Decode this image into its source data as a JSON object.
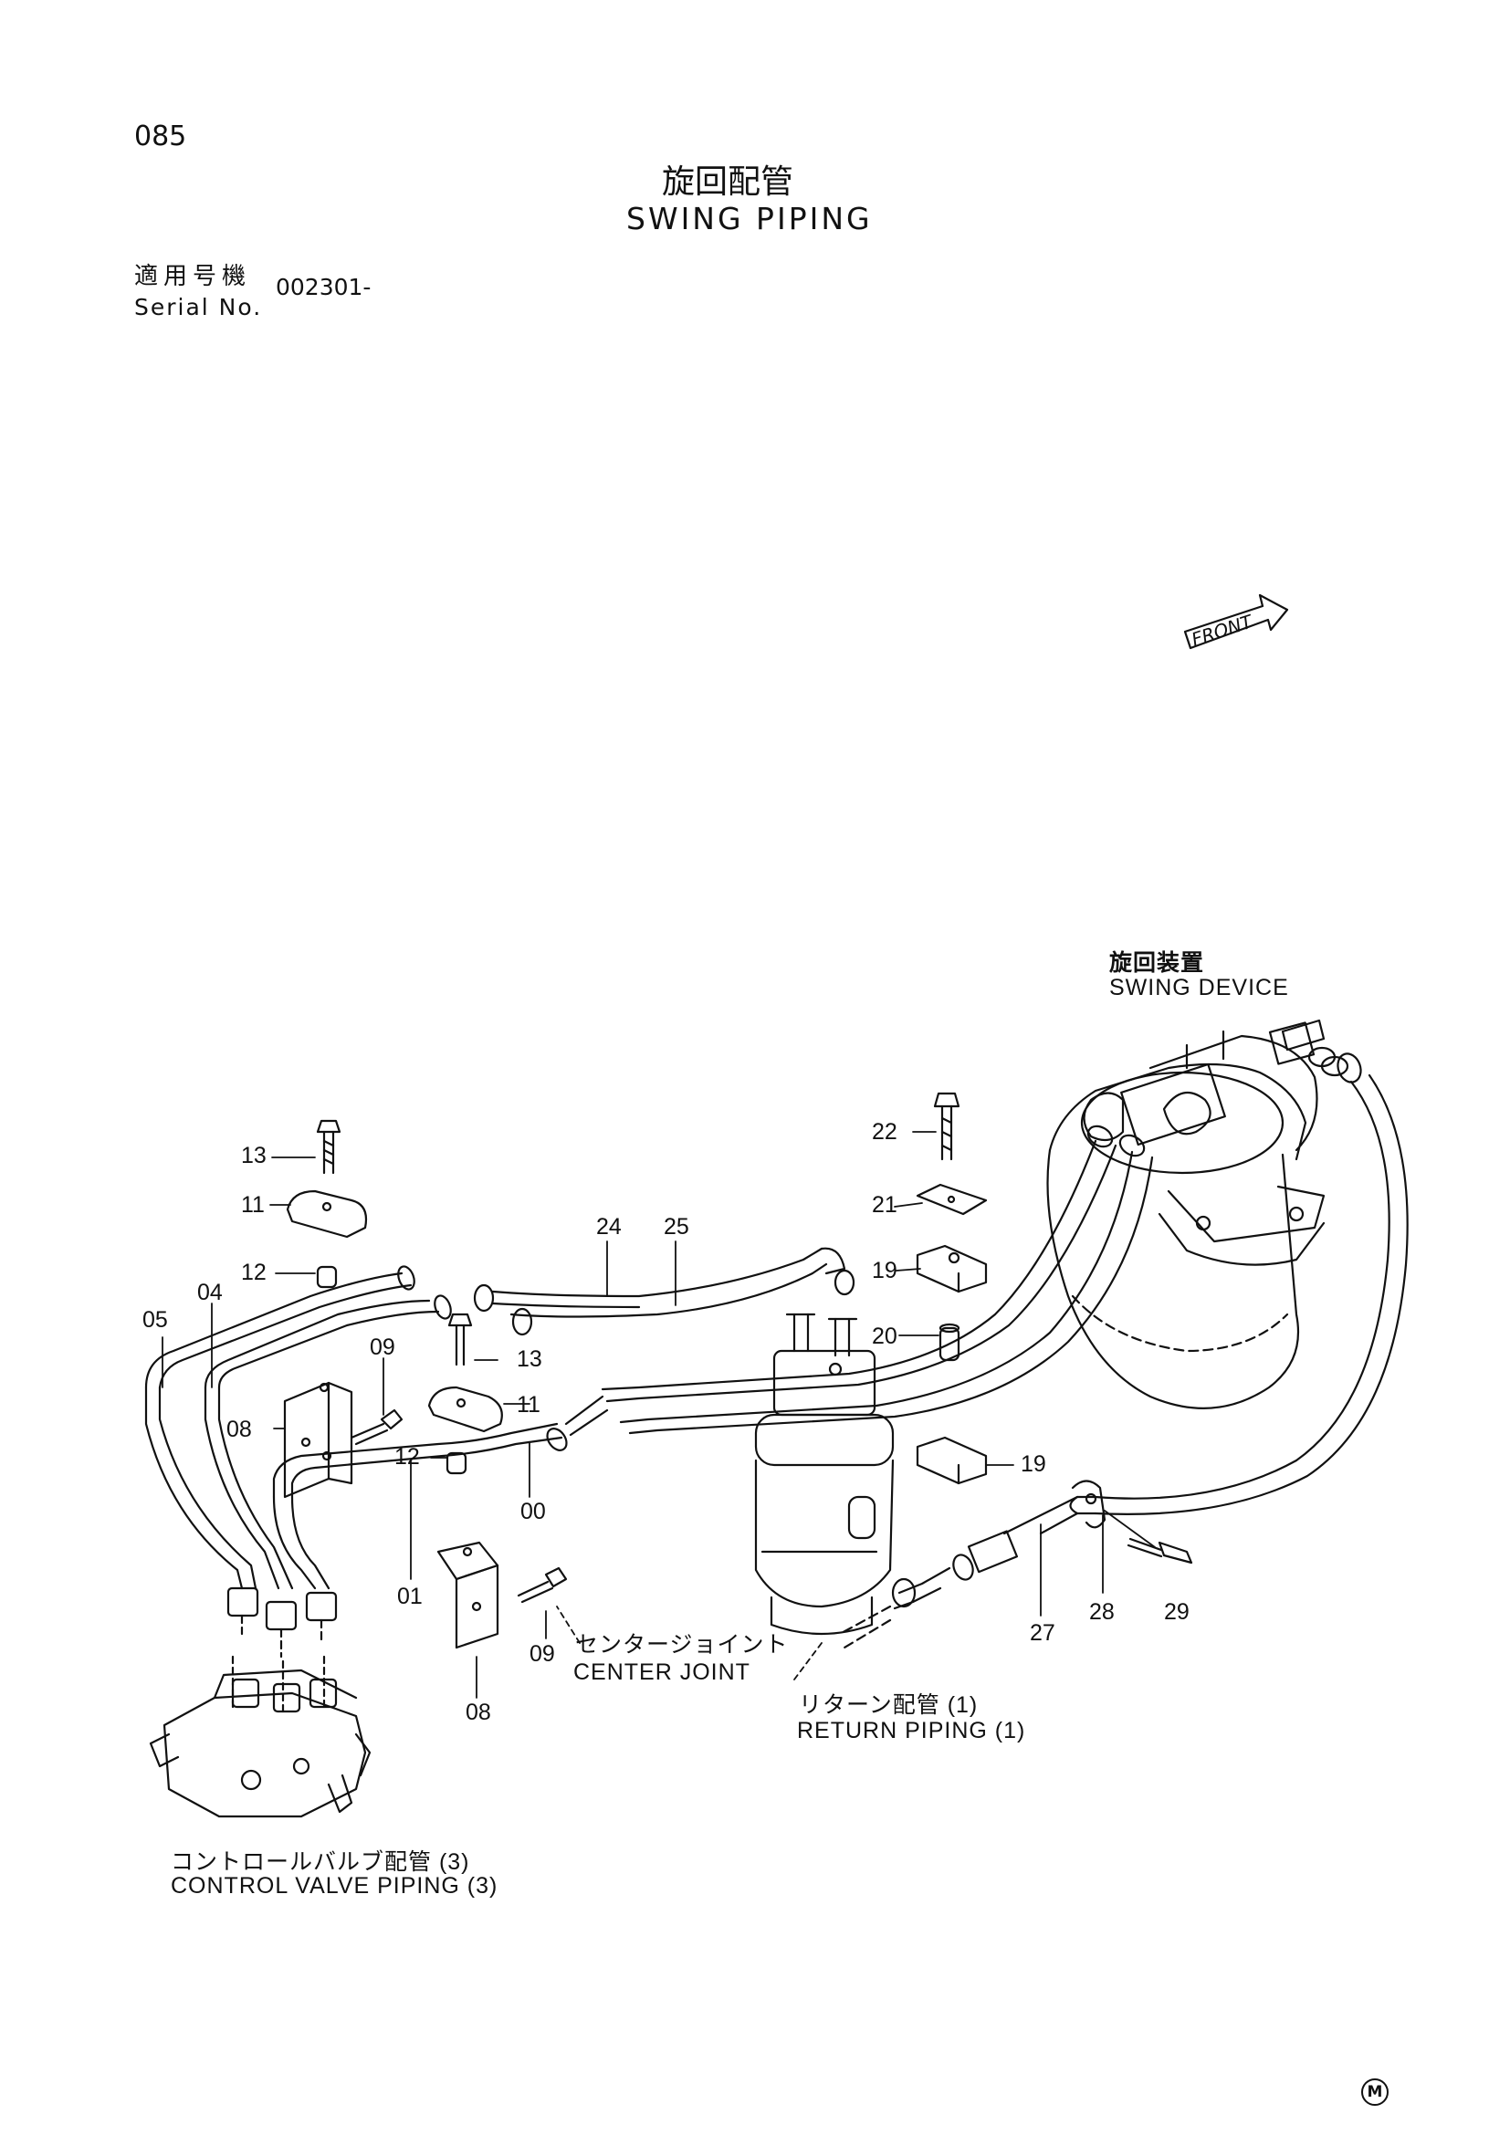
{
  "page": {
    "number": "085",
    "title_jp": "旋回配管",
    "title_en": "SWING PIPING",
    "serial_label_jp": "適用号機",
    "serial_label_en": "Serial No.",
    "serial_value": "002301-",
    "footer_mark": "M"
  },
  "front_indicator": "FRONT",
  "callouts": {
    "c00": "00",
    "c01": "01",
    "c04": "04",
    "c05": "05",
    "c08a": "08",
    "c08b": "08",
    "c09a": "09",
    "c09b": "09",
    "c11a": "11",
    "c11b": "11",
    "c12a": "12",
    "c12b": "12",
    "c13a": "13",
    "c13b": "13",
    "c19a": "19",
    "c19b": "19",
    "c20": "20",
    "c21": "21",
    "c22": "22",
    "c24": "24",
    "c25": "25",
    "c27": "27",
    "c28": "28",
    "c29": "29"
  },
  "components": {
    "swing_device_jp": "旋回装置",
    "swing_device_en": "SWING DEVICE",
    "center_joint_jp": "センタージョイント",
    "center_joint_en": "CENTER JOINT",
    "return_piping_jp": "リターン配管 (1)",
    "return_piping_en": "RETURN PIPING (1)",
    "control_valve_jp": "コントロールバルブ配管 (3)",
    "control_valve_en": "CONTROL VALVE PIPING (3)"
  },
  "colors": {
    "ink": "#111111",
    "paper": "#ffffff"
  }
}
